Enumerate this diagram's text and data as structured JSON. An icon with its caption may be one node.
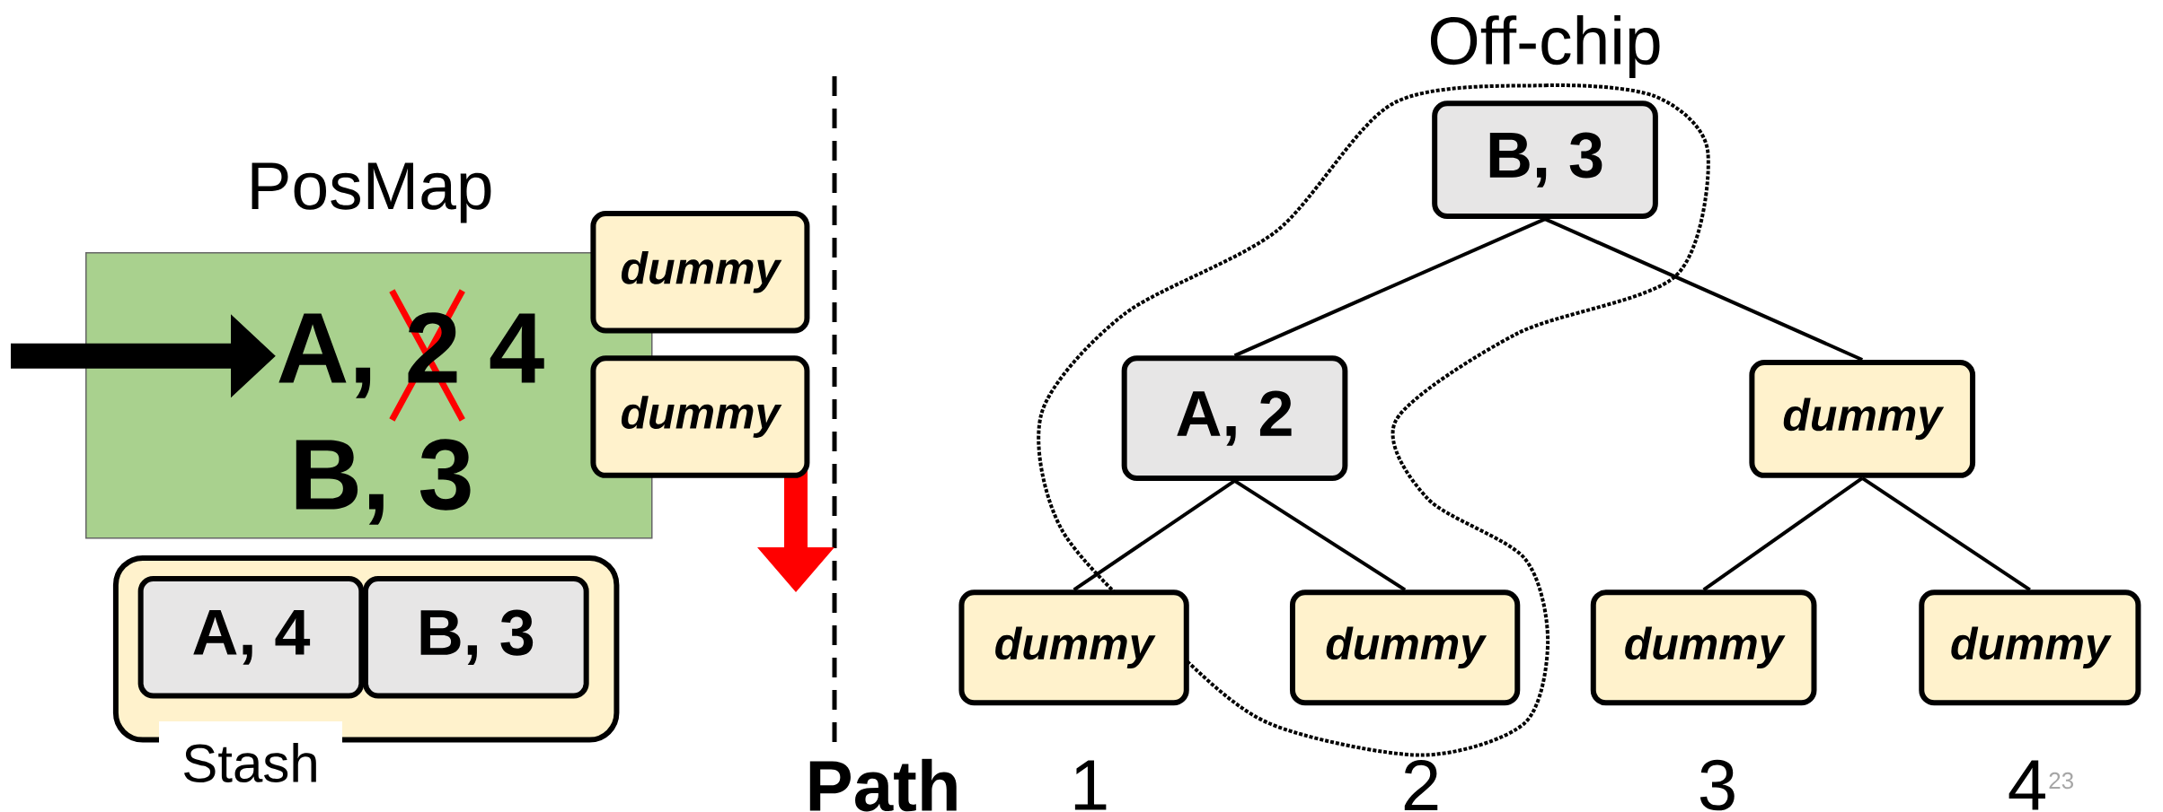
{
  "diagram": {
    "nodes": [
      {
        "text": [
          "PosMap",
          "A, 2 4",
          "B, 3"
        ]
      },
      {
        "text": [
          "dummy"
        ]
      },
      {
        "text": [
          "dummy"
        ]
      },
      {
        "text": [
          "Stash"
        ]
      },
      {
        "text": [
          "A, 4"
        ],
        "in": 3
      },
      {
        "text": [
          "B, 3"
        ],
        "in": 3
      },
      {
        "text": [
          "B, 3"
        ]
      },
      {
        "text": [
          "A, 2"
        ]
      },
      {
        "text": [
          "dummy"
        ]
      },
      {
        "text": [
          "dummy"
        ]
      },
      {
        "text": [
          "dummy"
        ]
      },
      {
        "text": [
          "dummy"
        ]
      },
      {
        "text": [
          "dummy"
        ]
      }
    ],
    "edges": [
      {
        "from": null,
        "to": 0,
        "arrow": "to",
        "style": "thick"
      },
      {
        "from": 6,
        "to": 7,
        "arrow": "none"
      },
      {
        "from": 6,
        "to": 8,
        "arrow": "none"
      },
      {
        "from": 7,
        "to": 9,
        "arrow": "none"
      },
      {
        "from": 7,
        "to": 10,
        "arrow": "none"
      },
      {
        "from": 8,
        "to": 11,
        "arrow": "none"
      },
      {
        "from": 8,
        "to": 12,
        "arrow": "none"
      }
    ],
    "labels": [
      "Off-chip",
      "Path",
      "1",
      "2",
      "3",
      "4",
      "23"
    ]
  }
}
